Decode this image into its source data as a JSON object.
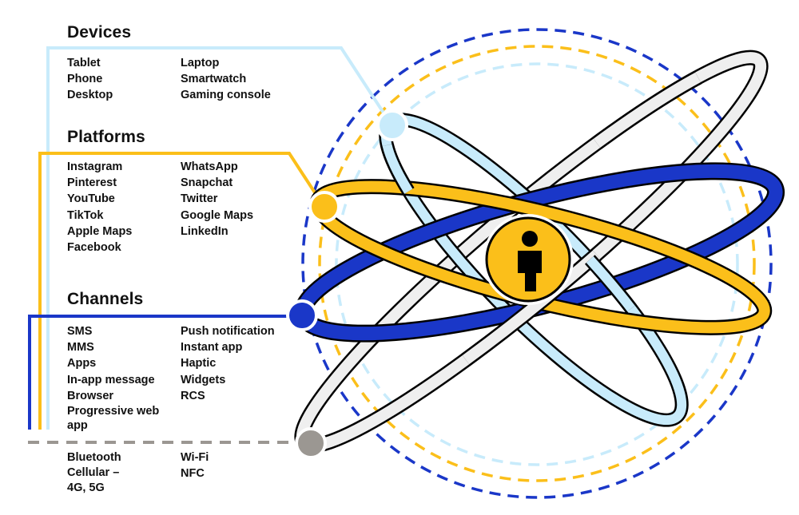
{
  "colors": {
    "devices": "#c8ebfb",
    "platforms": "#fbbf1a",
    "channels": "#1a37c8",
    "connectivity": "#9b9792",
    "orbit_gray_fill": "#efefef",
    "center_circle": "#fbbf1a",
    "outline": "#000000"
  },
  "sections": {
    "devices": {
      "title": "Devices",
      "col1": [
        "Tablet",
        "Phone",
        "Desktop"
      ],
      "col2": [
        "Laptop",
        "Smartwatch",
        "Gaming console"
      ]
    },
    "platforms": {
      "title": "Platforms",
      "col1": [
        "Instagram",
        "Pinterest",
        "YouTube",
        "TikTok",
        "Apple Maps",
        "Facebook"
      ],
      "col2": [
        "WhatsApp",
        "Snapchat",
        "Twitter",
        "Google Maps",
        "LinkedIn"
      ]
    },
    "channels": {
      "title": "Channels",
      "col1": [
        "SMS",
        "MMS",
        "Apps",
        "In-app message",
        "Browser",
        "Progressive web app"
      ],
      "col2": [
        "Push notification",
        "Instant app",
        "Haptic",
        "Widgets",
        "RCS"
      ]
    },
    "connectivity": {
      "col1": [
        "Bluetooth",
        "Cellular – 4G, 5G"
      ],
      "col2": [
        "Wi-Fi",
        "NFC"
      ]
    }
  },
  "center": {
    "icon": "person-icon"
  }
}
